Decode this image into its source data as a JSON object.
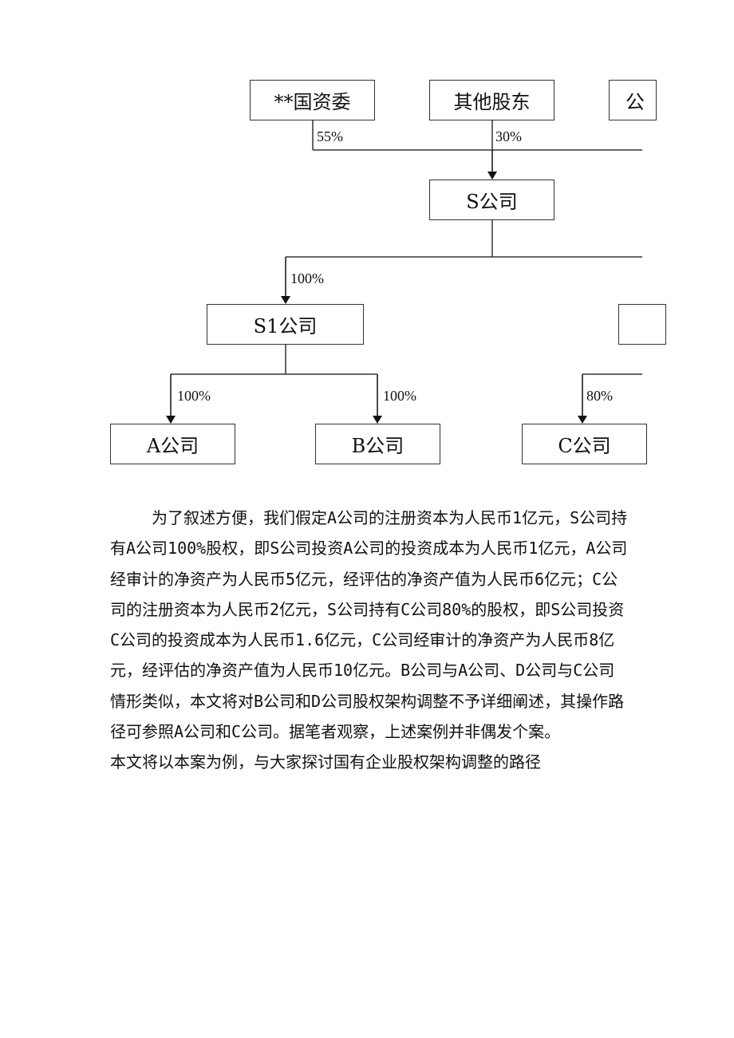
{
  "diagram": {
    "nodes": {
      "sasac": "**国资委",
      "other_shareholders": "其他股东",
      "third_top": "公",
      "s_company": "S公司",
      "s1_company": "S1公司",
      "a_company": "A公司",
      "b_company": "B公司",
      "c_company": "C公司"
    },
    "percentages": {
      "sasac_to_s": "55%",
      "other_to_s": "30%",
      "s_to_s1": "100%",
      "s1_to_a": "100%",
      "s1_to_b": "100%",
      "to_c": "80%"
    }
  },
  "article": {
    "paragraph1": "为了叙述方便，我们假定A公司的注册资本为人民币1亿元，S公司持有A公司100%股权，即S公司投资A公司的投资成本为人民币1亿元，A公司经审计的净资产为人民币5亿元，经评估的净资产值为人民币6亿元；C公司的注册资本为人民币2亿元，S公司持有C公司80%的股权，即S公司投资C公司的投资成本为人民币1.6亿元，C公司经审计的净资产为人民币8亿元，经评估的净资产值为人民币10亿元。B公司与A公司、D公司与C公司情形类似，本文将对B公司和D公司股权架构调整不予详细阐述，其操作路径可参照A公司和C公司。据笔者观察，上述案例并非偶发个案。",
    "paragraph2": "本文将以本案为例，与大家探讨国有企业股权架构调整的路径"
  }
}
